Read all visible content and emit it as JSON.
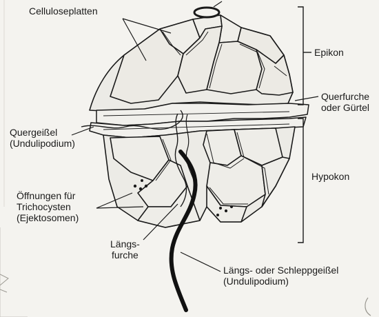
{
  "diagram": {
    "labels": {
      "celluloseplatten": "Celluloseplatten",
      "epikon": "Epikon",
      "querfurche_1": "Querfurche",
      "querfurche_2": "oder Gürtel",
      "quergeissel_1": "Quergeißel",
      "quergeissel_2": "(Undulipodium)",
      "hypokon": "Hypokon",
      "oeffnungen_1": "Öffnungen für",
      "oeffnungen_2": "Trichocysten",
      "oeffnungen_3": "(Ejektosomen)",
      "laengsfurche_1": "Längs-",
      "laengsfurche_2": "furche",
      "schleppgeissel_1": "Längs- oder Schleppgeißel",
      "schleppgeissel_2": "(Undulipodium)"
    },
    "colors": {
      "ink": "#1a1a1a",
      "paper": "#f4f3ef",
      "cell_fill": "#ecebe6"
    }
  }
}
